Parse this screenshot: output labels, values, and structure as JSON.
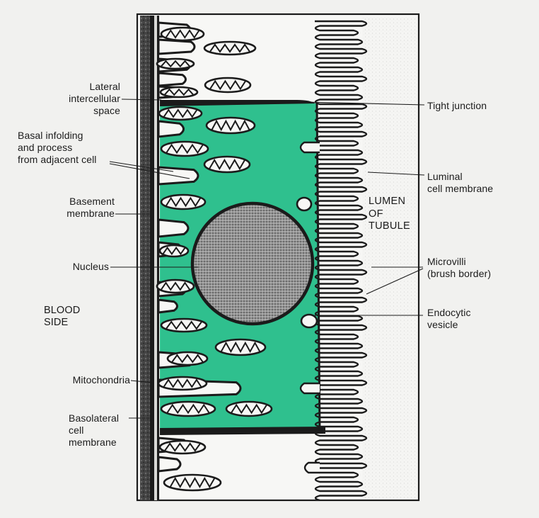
{
  "labels": {
    "lateral_intercellular_space": "Lateral\nintercellular\nspace",
    "basal_infolding": "Basal infolding\nand process\nfrom adjacent cell",
    "basement_membrane": "Basement\nmembrane",
    "nucleus": "Nucleus",
    "blood_side": "BLOOD\nSIDE",
    "mitochondria": "Mitochondria",
    "basolateral_cell_membrane": "Basolateral\ncell\nmembrane",
    "tight_junction": "Tight junction",
    "luminal_cell_membrane": "Luminal\ncell membrane",
    "lumen_of_tubule": "LUMEN\nOF\nTUBULE",
    "microvilli": "Microvilli\n(brush border)",
    "endocytic_vesicle": "Endocytic\nvesicle"
  },
  "colors": {
    "cytoplasm": "#2fc08e",
    "ink": "#1b1b1b",
    "paper": "#f1f1ef",
    "frame": "#f7f7f5",
    "nucleus": "#8e8e8e"
  }
}
